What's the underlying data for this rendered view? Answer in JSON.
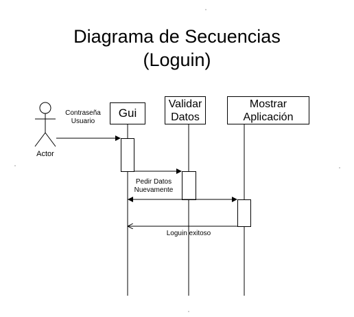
{
  "title": {
    "line1": "Diagrama de Secuencias",
    "line2": "(Loguin)"
  },
  "actor": {
    "label": "Actor"
  },
  "participants": [
    {
      "label_lines": [
        "Gui"
      ]
    },
    {
      "label_lines": [
        "Validar",
        "Datos"
      ]
    },
    {
      "label_lines": [
        "Mostrar",
        "Aplicación"
      ]
    }
  ],
  "messages": [
    {
      "label_lines": [
        "Contraseña",
        "Usuario"
      ]
    },
    {
      "label_lines": [
        "Pedir Datos",
        "Nuevamente"
      ]
    },
    {
      "label_lines": [
        "Loguin exitoso"
      ]
    }
  ],
  "colors": {
    "stroke": "#000000",
    "background": "#ffffff"
  }
}
